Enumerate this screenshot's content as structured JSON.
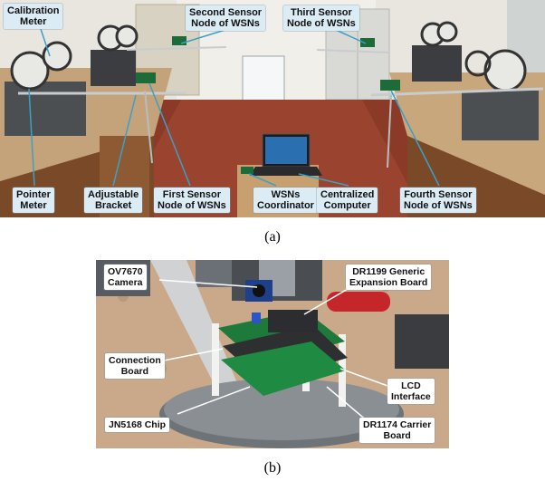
{
  "figure_a": {
    "caption": "(a)",
    "labels": {
      "calibration_meter": "Calibration\nMeter",
      "second_sensor": "Second Sensor\nNode of WSNs",
      "third_sensor": "Third Sensor\nNode of WSNs",
      "pointer_meter": "Pointer\nMeter",
      "adjustable_bracket": "Adjustable\nBracket",
      "first_sensor": "First Sensor\nNode of WSNs",
      "wsns_coordinator": "WSNs\nCoordinator",
      "centralized_computer": "Centralized\nComputer",
      "fourth_sensor": "Fourth Sensor\nNode of WSNs"
    }
  },
  "figure_b": {
    "caption": "(b)",
    "labels": {
      "ov7670_camera": "OV7670\nCamera",
      "dr1199_board": "DR1199 Generic\nExpansion Board",
      "connection_board": "Connection\nBoard",
      "lcd_interface": "LCD\nInterface",
      "jn5168_chip": "JN5168 Chip",
      "dr1174_board": "DR1174 Carrier\nBoard"
    }
  },
  "colors": {
    "callout_a": "#dcecf5",
    "callout_b": "#ffffff",
    "leader_a": "#3aa0c8",
    "leader_b": "#ffffff"
  }
}
